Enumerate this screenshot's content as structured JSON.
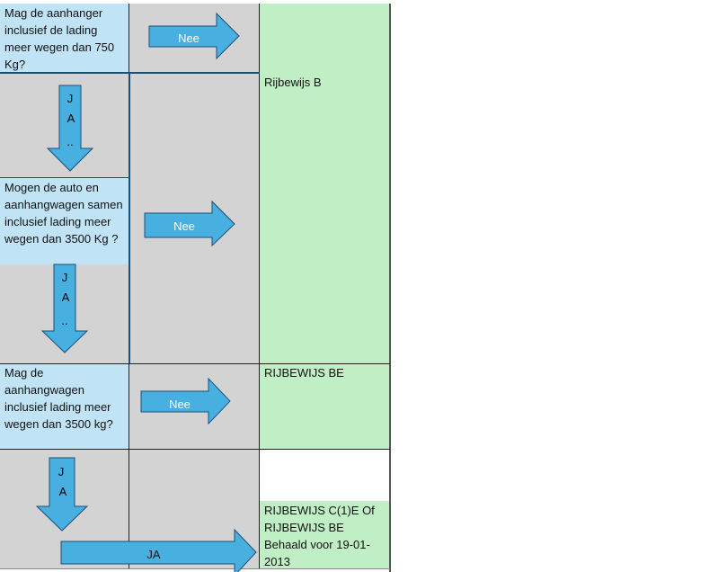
{
  "questions": [
    {
      "text": "Mag de aanhanger inclusief de lading meer wegen dan 750 Kg?"
    },
    {
      "text": "Mogen de auto en aanhangwagen samen inclusief lading meer wegen dan 3500 Kg ?"
    },
    {
      "text": "Mag de aanhangwagen inclusief lading meer wegen dan 3500 kg?"
    }
  ],
  "results": [
    {
      "text": "Rijbewijs B"
    },
    {
      "text": "RIJBEWIJS BE"
    },
    {
      "text": "RIJBEWIJS C(1)E Of RIJBEWIJS BE Behaald voor 19-01-2013"
    }
  ],
  "arrows": {
    "no_label": "Nee",
    "yes_down_1": [
      "J",
      "A",
      ".."
    ],
    "yes_down_2": [
      "J",
      "A",
      ".."
    ],
    "yes_down_3": [
      "J",
      "A"
    ],
    "yes_right": "JA"
  },
  "colors": {
    "question": "#c0e4f5",
    "result": "#c1efc5",
    "arrow": "#47b0e0",
    "background": "#d3d3d3"
  }
}
